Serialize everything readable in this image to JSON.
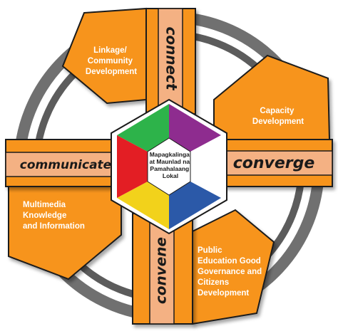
{
  "center": {
    "lines": [
      "Mapagkalinga",
      "at Maunlad na",
      "Pamahalaang",
      "Lokal"
    ]
  },
  "arms": {
    "top": "connect",
    "right": "converge",
    "bottom": "convene",
    "left": "communicate"
  },
  "panels": {
    "top_left": [
      "Linkage/",
      "Community",
      "Development"
    ],
    "right_top": [
      "Capacity",
      "Development"
    ],
    "left_bottom": [
      "Multimedia",
      "Knowledge",
      "and Information"
    ],
    "bottom_right": [
      "Public",
      "Education Good",
      "Governance and",
      "Citizens",
      "Development"
    ]
  },
  "colors": {
    "orange": "#F7941D",
    "arm_tan": "#F4B183",
    "ring": "#666666",
    "hex_green": "#2DB34A",
    "hex_purple": "#8E2C8F",
    "hex_blue": "#2B59A8",
    "hex_yellow": "#F2D21B",
    "hex_red": "#E31E24"
  }
}
